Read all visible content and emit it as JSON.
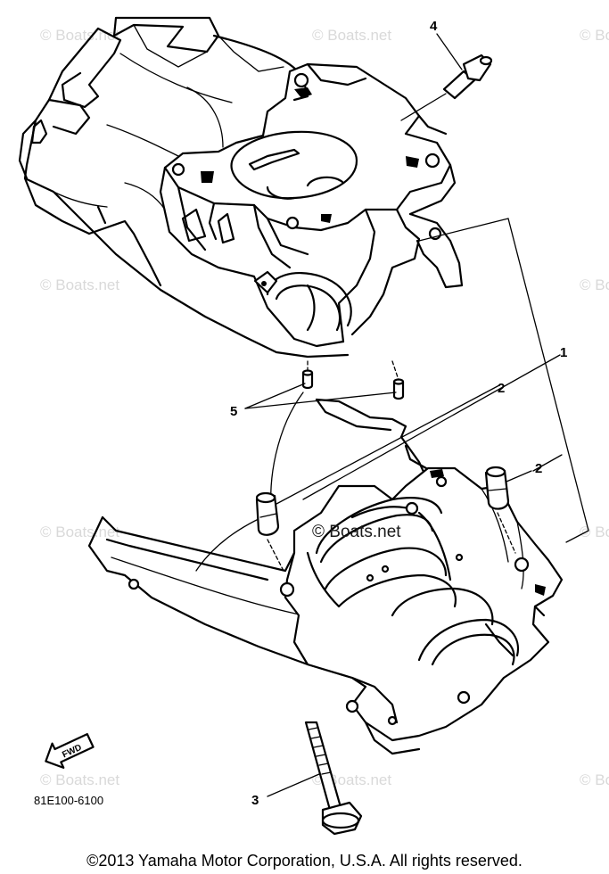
{
  "diagram": {
    "callouts": [
      "1",
      "2",
      "2",
      "3",
      "4",
      "5"
    ],
    "part_code": "81E100-6100",
    "fwd_label": "FWD",
    "watermarks": [
      "© Boats.net",
      "© Boats.net",
      "© Boats.net",
      "© Boats.net",
      "© Boats.net",
      "© Boats.net",
      "© Boats.net",
      "© Boats.net",
      "© Boats.net",
      "© Boats.net"
    ],
    "center_watermark": "© Boats.net"
  },
  "footer": {
    "copyright": "©2013 Yamaha Motor Corporation, U.S.A. All rights reserved."
  }
}
